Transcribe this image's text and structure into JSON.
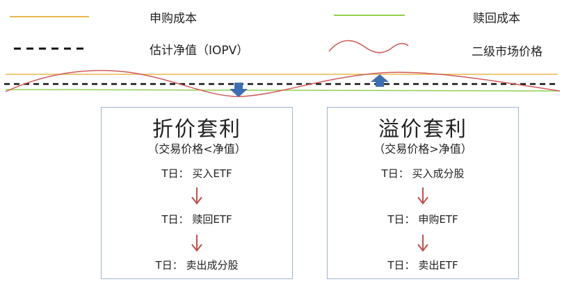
{
  "legend": {
    "subscription_cost": {
      "label": "申购成本",
      "color": "#e8b84a",
      "icon": "orange-line-icon"
    },
    "redemption_cost": {
      "label": "赎回成本",
      "color": "#92d050",
      "icon": "green-line-icon"
    },
    "iopv": {
      "label": "估计净值（IOPV）",
      "color": "#111111",
      "icon": "black-dashed-line-icon"
    },
    "market_price": {
      "label": "二级市场价格",
      "color": "#cf5a5a",
      "icon": "red-wave-line-icon"
    }
  },
  "discount_box": {
    "title": "折价套利",
    "subtitle": "（交易价格<净值）",
    "steps": [
      "T日：  买入ETF",
      "T日：  赎回ETF",
      "T日：  卖出成分股"
    ]
  },
  "premium_box": {
    "title": "溢价套利",
    "subtitle": "（交易价格>净值）",
    "steps": [
      "T日：  买入成分股",
      "T日：  申购ETF",
      "T日：  卖出ETF"
    ]
  },
  "colors": {
    "arrow_marker": "#3d6fb0",
    "step_arrow": "#c0504d",
    "box_border": "#9fb4cf"
  }
}
